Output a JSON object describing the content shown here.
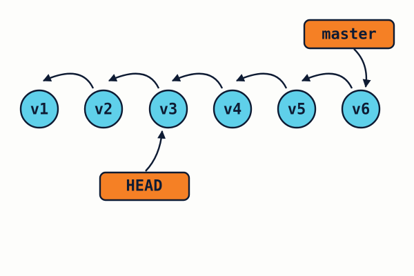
{
  "commits": [
    {
      "id": "v1",
      "label": "v1"
    },
    {
      "id": "v2",
      "label": "v2"
    },
    {
      "id": "v3",
      "label": "v3"
    },
    {
      "id": "v4",
      "label": "v4"
    },
    {
      "id": "v5",
      "label": "v5"
    },
    {
      "id": "v6",
      "label": "v6"
    }
  ],
  "parent_links": [
    {
      "from": "v2",
      "to": "v1"
    },
    {
      "from": "v3",
      "to": "v2"
    },
    {
      "from": "v4",
      "to": "v3"
    },
    {
      "from": "v5",
      "to": "v4"
    },
    {
      "from": "v6",
      "to": "v5"
    }
  ],
  "refs": {
    "master": {
      "label": "master",
      "points_to": "v6"
    },
    "head": {
      "label": "HEAD",
      "points_to": "v3"
    }
  },
  "colors": {
    "commit_fill": "#5fd0ea",
    "ref_fill": "#f58025",
    "stroke": "#0e1b33",
    "background": "#fdfdfb"
  }
}
